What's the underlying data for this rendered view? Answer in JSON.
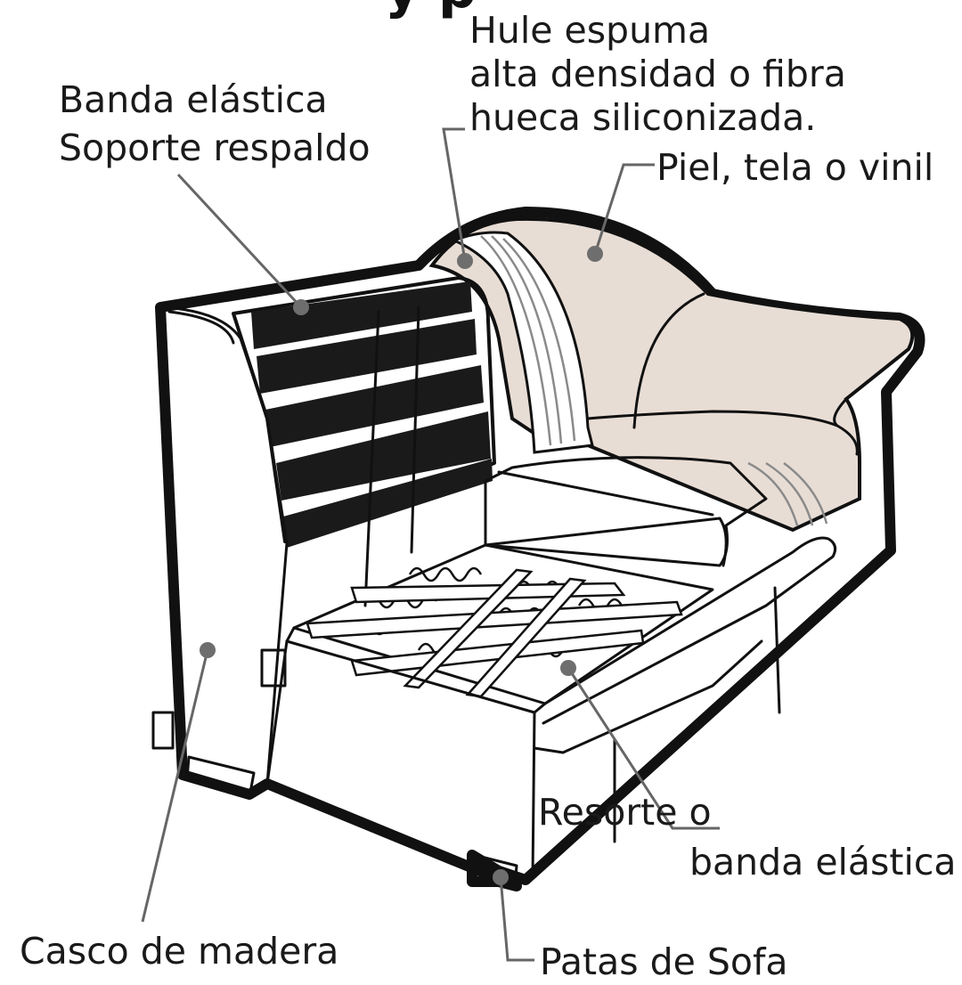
{
  "title_fragment": "y  p",
  "labels": {
    "foam_line1": "Hule espuma",
    "foam_line2": "alta densidad o fibra",
    "foam_line3": "hueca siliconizada.",
    "band_line1": "Banda elástica",
    "band_line2": "Soporte respaldo",
    "skin": "Piel, tela o vinil",
    "spring_line1": "Resorte o",
    "spring_line2": "banda elástica",
    "shell": "Casco de madera",
    "legs": "Patas de Sofa"
  },
  "colors": {
    "upholstery": "#e8ddd5",
    "outline": "#111111",
    "leader": "#666666",
    "marker": "#6e6e6e"
  }
}
